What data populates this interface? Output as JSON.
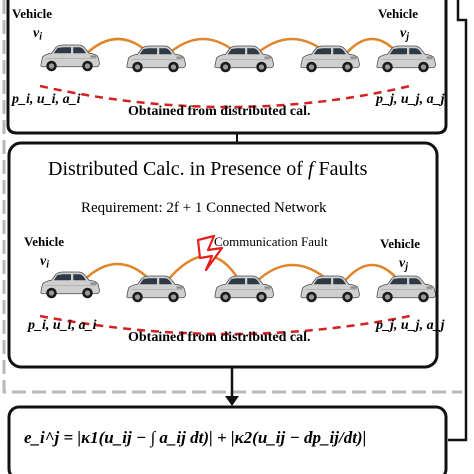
{
  "panel_top": {
    "vehicle_left": "Vehicle",
    "vehicle_right": "Vehicle",
    "v_left": {
      "base": "v",
      "sub": "i"
    },
    "v_right": {
      "base": "v",
      "sub": "j"
    },
    "state_left": "p_i, u_i, a_i",
    "state_right": "p_j, u_j, a_j",
    "caption": "Obtained from distributed cal."
  },
  "panel_mid": {
    "title_prefix": "Distributed Calc. in Presence of",
    "title_var": "f",
    "title_suffix": "Faults",
    "requirement_prefix": "Requirement:",
    "requirement_formula": "2f + 1",
    "requirement_suffix": "Connected Network",
    "fault_label": "Communication Fault",
    "vehicle_left": "Vehicle",
    "vehicle_right": "Vehicle",
    "v_left": {
      "base": "v",
      "sub": "i"
    },
    "v_right": {
      "base": "v",
      "sub": "j"
    },
    "state_left": "p_i, u_i, a_i",
    "state_right": "p_j, u_j, a_j",
    "caption": "Obtained from distributed cal."
  },
  "equation": {
    "lhs": "e_i^j",
    "rhs": "= |κ1(u_ij − ∫ a_ij dt)| + |κ2(u_ij − dp_ij/dt)|"
  },
  "colors": {
    "arc": "#e0852a",
    "dashed_link": "#d42020",
    "bolt": "#e51e1e",
    "car_body": "#c9c9c9",
    "frame_dashed": "#b8b8b8"
  }
}
